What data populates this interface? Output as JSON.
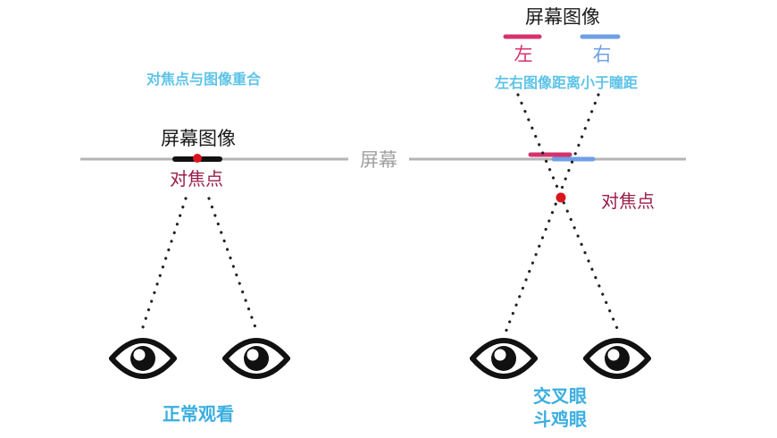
{
  "colors": {
    "caption_blue": "#5ec4e8",
    "dark_red": "#9a1f48",
    "red_dot": "#d9141e",
    "screen_line": "#b4b4b4",
    "screen_text": "#a0a0a0",
    "text_black": "#1a1a1a",
    "left_bar": "#d6336c",
    "right_bar": "#6f9fe6",
    "bottom_blue": "#3aaee0"
  },
  "left_panel": {
    "caption": "对焦点与图像重合",
    "screen_image_label": "屏幕图像",
    "focus_point_label": "对焦点",
    "eyes": [
      "eye-icon",
      "eye-icon"
    ],
    "title": "正常观看"
  },
  "screen": {
    "label": "屏幕"
  },
  "right_panel": {
    "screen_image_label": "屏幕图像",
    "left_label": "左",
    "right_label": "右",
    "caption": "左右图像距离小于瞳距",
    "focus_point_label": "对焦点",
    "eyes": [
      "eye-icon",
      "eye-icon"
    ],
    "title_line1": "交叉眼",
    "title_line2": "斗鸡眼"
  }
}
